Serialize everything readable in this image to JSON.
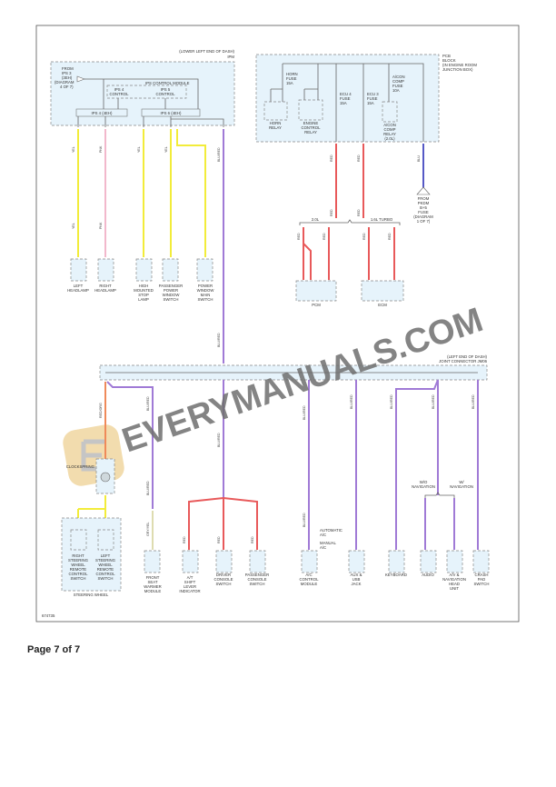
{
  "diagram_code": "674735",
  "page_label": "Page 7 of 7",
  "watermark": "EVERYMANUALS.COM",
  "ipm": {
    "location": "(LOWER LEFT END OF DASH)",
    "name": "IPM",
    "from": [
      "FROM",
      "IPS 3",
      "(3EH)",
      "(DIAGRAM",
      "4 OF 7)"
    ],
    "control_module": "IPS CONTROL MODULE",
    "ips4_control": [
      "IPS 4",
      "CONTROL"
    ],
    "ips5_control": [
      "IPS 5",
      "CONTROL"
    ],
    "ips4_bar": "IPS 4 (4EH)",
    "ips6_bar": "IPS 6 (4EH)"
  },
  "pcb": {
    "name": [
      "PCB",
      "BLOCK",
      "(IN ENGINE ROOM",
      "JUNCTION BOX)"
    ],
    "horn_fuse": [
      "HORN",
      "FUSE",
      "15A"
    ],
    "ecu4_fuse": [
      "ECU 4",
      "FUSE",
      "15A"
    ],
    "ecu3_fuse": [
      "ECU 3",
      "FUSE",
      "15A"
    ],
    "ac_fuse": [
      "A/CON",
      "COMP",
      "FUSE",
      "10A"
    ],
    "horn_relay": [
      "HORN",
      "RELAY"
    ],
    "engine_relay": [
      "ENGINE",
      "CONTROL",
      "RELAY"
    ],
    "ac_relay": [
      "A/CON",
      "COMP",
      "RELAY",
      "(2.0L)"
    ]
  },
  "from_pkdm": [
    "FROM",
    "PKDM",
    "B+5",
    "FUSE",
    "(DIAGRAM",
    "1 OF 7)"
  ],
  "engine_variants": [
    "2.0L",
    "1.6L TURBO"
  ],
  "joint_connector": {
    "location": "(LEFT END OF DASH)",
    "name": "JOINT CONNECTOR JM06"
  },
  "wire_colors": {
    "yel": "YEL",
    "pnk": "PNK",
    "blu_red": "BLU/RED",
    "red": "RED",
    "blu": "BLU",
    "red_org": "RED/ORG",
    "gry_yel": "GRY/YEL"
  },
  "clockspring": "CLOCKSPRING",
  "steering_wheel": "STEERING WHEEL",
  "ac_options": {
    "auto": [
      "AUTOMATIC",
      "A/C"
    ],
    "manual": [
      "MANUAL",
      "A/C"
    ]
  },
  "navigation": {
    "without": [
      "W/O",
      "NAVIGATION"
    ],
    "with": [
      "W/",
      "NAVIGATION"
    ]
  },
  "components": {
    "left_headlamp": [
      "LEFT",
      "HEADLAMP"
    ],
    "right_headlamp": [
      "RIGHT",
      "HEADLAMP"
    ],
    "stop_lamp": [
      "HIGH",
      "MOUNTED",
      "STOP",
      "LAMP"
    ],
    "pass_window": [
      "PASSENGER",
      "POWER",
      "WINDOW",
      "SWITCH"
    ],
    "main_window": [
      "POWER",
      "WINDOW",
      "MAIN",
      "SWITCH"
    ],
    "pcm": [
      "PCM"
    ],
    "ecm": [
      "ECM"
    ],
    "rsw": [
      "RIGHT",
      "STEERING",
      "WHEEL",
      "REMOTE",
      "CONTROL",
      "SWITCH"
    ],
    "lsw": [
      "LEFT",
      "STEERING",
      "WHEEL",
      "REMOTE",
      "CONTROL",
      "SWITCH"
    ],
    "seat_warmer": [
      "FRONT",
      "SEAT",
      "WARMER",
      "MODULE"
    ],
    "at_shift": [
      "A/T",
      "SHIFT",
      "LEVER",
      "INDICATOR"
    ],
    "driver_console": [
      "DRIVER",
      "CONSOLE",
      "SWITCH"
    ],
    "pass_console": [
      "PASSENGER",
      "CONSOLE",
      "SWITCH"
    ],
    "ac_module": [
      "A/C",
      "CONTROL",
      "MODULE"
    ],
    "aux": [
      "AUX &",
      "USB",
      "JACK"
    ],
    "keyboard": [
      "KEYBOARD"
    ],
    "audio": [
      "AUDIO"
    ],
    "av_nav": [
      "A/V &",
      "NAVIGATION",
      "HEAD",
      "UNIT"
    ],
    "crash_pad": [
      "CRASH",
      "PAD",
      "SWITCH"
    ]
  }
}
